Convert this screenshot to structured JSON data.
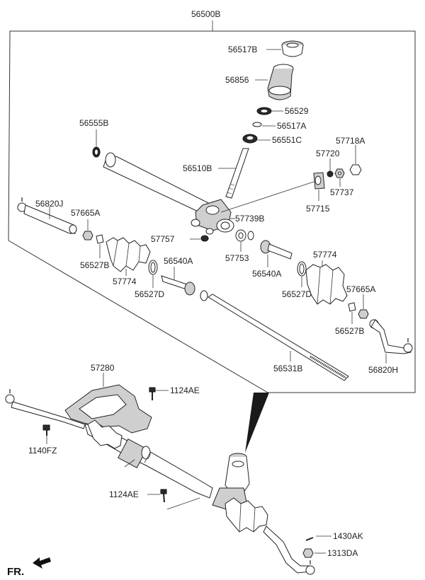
{
  "labels": {
    "assembly": "56500B",
    "p56517B": "56517B",
    "p56856": "56856",
    "p56529": "56529",
    "p56517A": "56517A",
    "p56551C": "56551C",
    "p56555B": "56555B",
    "p57718A": "57718A",
    "p57720": "57720",
    "p56510B": "56510B",
    "p57737": "57737",
    "p57715": "57715",
    "p56820J": "56820J",
    "p57665A_left": "57665A",
    "p57739B": "57739B",
    "p57757": "57757",
    "p56527B_left": "56527B",
    "p57753": "57753",
    "p57774_right": "57774",
    "p56540A_top": "56540A",
    "p57774_left": "57774",
    "p56540A_bottom": "56540A",
    "p56527D_left": "56527D",
    "p56527D_right": "56527D",
    "p57665A_right": "57665A",
    "p56527B_right": "56527B",
    "p56820H": "56820H",
    "p56531B": "56531B",
    "p57280": "57280",
    "p1124AE_top": "1124AE",
    "p1140FZ": "1140FZ",
    "p1124AE_bottom": "1124AE",
    "p1430AK": "1430AK",
    "p1313DA": "1313DA"
  },
  "orientation": {
    "label": "FR."
  },
  "icons": {
    "front_arrow": "arrow-icon"
  }
}
